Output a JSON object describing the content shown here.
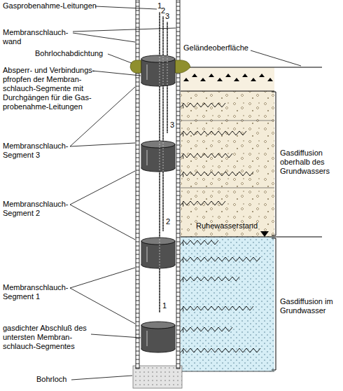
{
  "diagram": {
    "labels": [
      "Gasprobenahme-Leitungen",
      "1",
      "2",
      "3",
      "Membranschlauch- wand",
      "Bohrlochabdichtung",
      "Geländeoberfläche",
      "Absperr- und Verbindungs- pfropfen der Membran- schlauch-Segmente mit Durchgängen für die Gas- probenahme-Leitungen",
      "Membranschlauch- Segment 3",
      "3",
      "Gasdiffusion oberhalb des Grundwassers",
      "2",
      "Membranschlauch- Segment 2",
      "Ruhewasserstand",
      "Membranschlauch- Segment 1",
      "1",
      "Gasdiffusion im Grundwasser",
      "gasdichter Abschluß des untersten Membran- schlauch-Segmentes",
      "Bohrloch"
    ]
  }
}
